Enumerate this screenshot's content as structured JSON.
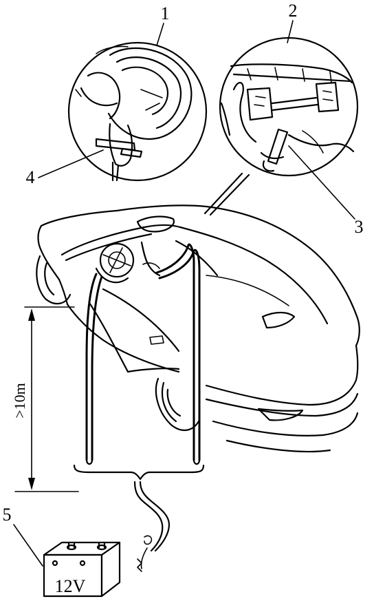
{
  "callouts": [
    {
      "id": "1",
      "label": "1"
    },
    {
      "id": "2",
      "label": "2"
    },
    {
      "id": "3",
      "label": "3"
    },
    {
      "id": "4",
      "label": "4"
    },
    {
      "id": "5",
      "label": "5"
    }
  ],
  "distance_label": ">10m",
  "battery_label": "12V"
}
